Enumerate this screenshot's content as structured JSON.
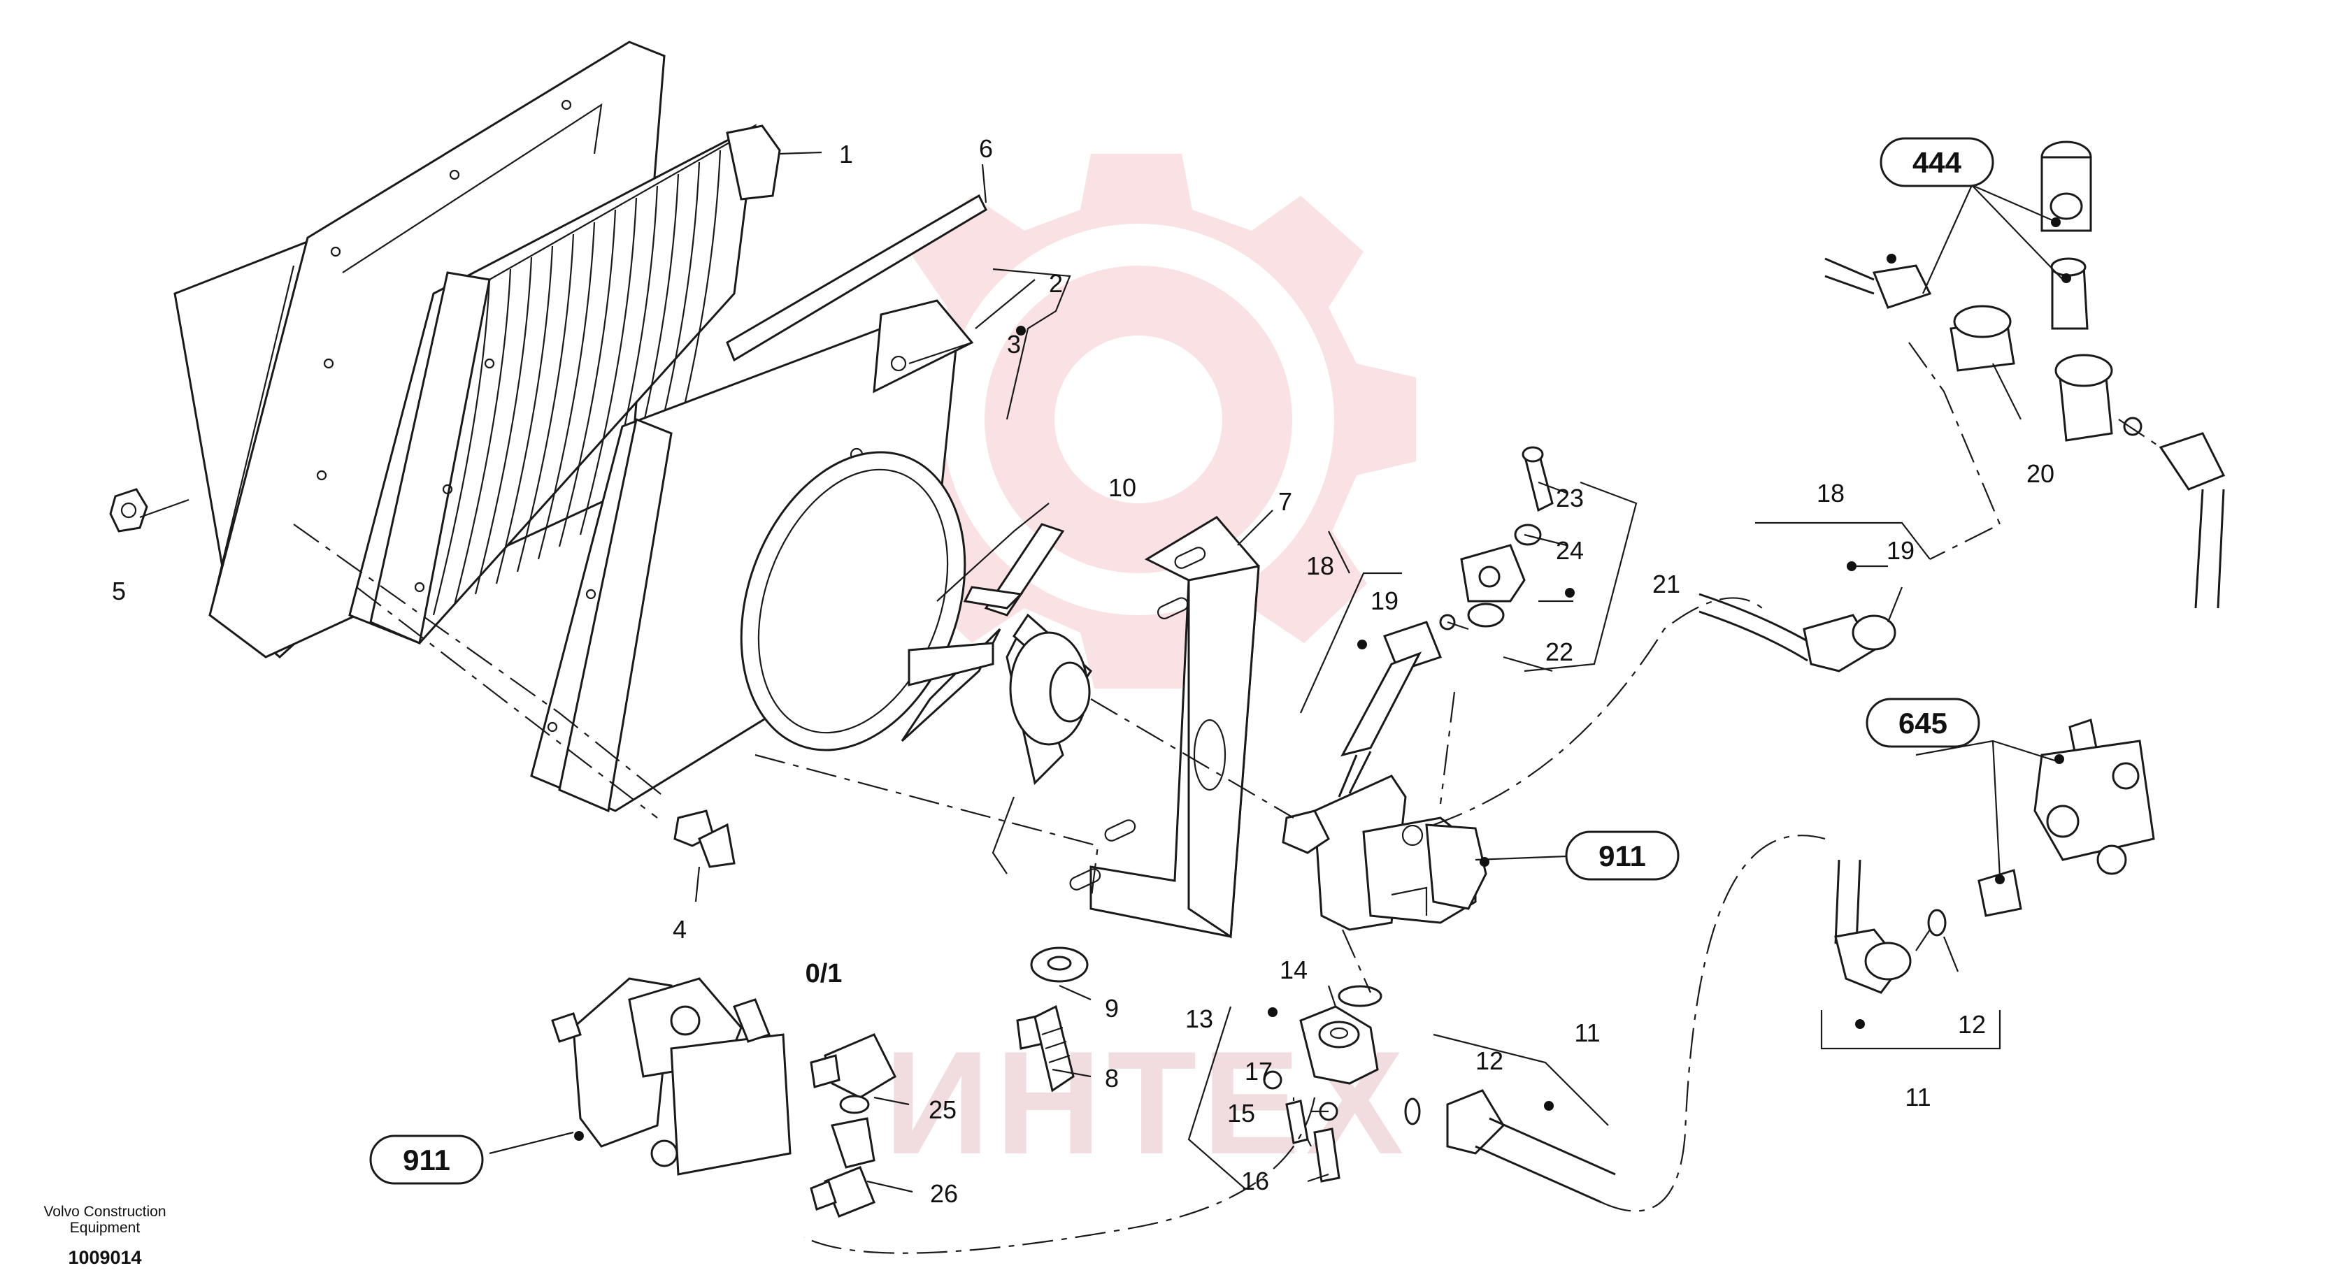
{
  "watermark": {
    "text": "ИНТЕХ",
    "color": "#f2b8bd"
  },
  "footer": {
    "maker": "Volvo Construction",
    "maker_line2": "Equipment",
    "drawing_number": "1009014"
  },
  "variant_label": "0/1",
  "ref_boxes": {
    "r444": "444",
    "r645": "645",
    "r911a": "911",
    "r911b": "911"
  },
  "callouts": {
    "c1": "1",
    "c2": "2",
    "c3": "3",
    "c4": "4",
    "c5": "5",
    "c6": "6",
    "c7": "7",
    "c8": "8",
    "c9": "9",
    "c10": "10",
    "c11a": "11",
    "c11b": "11",
    "c12a": "12",
    "c12b": "12",
    "c13": "13",
    "c14": "14",
    "c15": "15",
    "c16": "16",
    "c17": "17",
    "c18a": "18",
    "c18b": "18",
    "c19a": "19",
    "c19b": "19",
    "c20": "20",
    "c21": "21",
    "c22": "22",
    "c23": "23",
    "c24": "24",
    "c25": "25",
    "c26": "26"
  }
}
